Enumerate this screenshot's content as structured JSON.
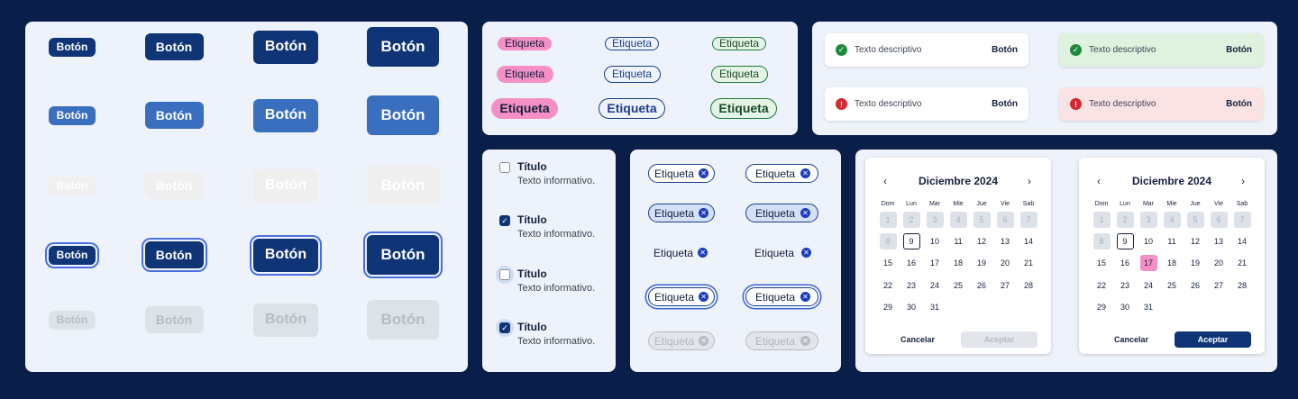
{
  "colors": {
    "background": "#0a1e4a",
    "panel": "#eef3fb",
    "primary": "#0f3577",
    "hover": "#3a6fbf",
    "pressed": "#061d4a",
    "focus_ring": "#4a6fe0",
    "disabled": "#dde2e8",
    "pink_tag": "#f590c6",
    "success": "#1f8a3b",
    "error": "#d6282e"
  },
  "buttons": {
    "label": "Botón",
    "states": [
      "default",
      "hover",
      "pressed",
      "focus",
      "disabled"
    ],
    "sizes": [
      "s1",
      "s2",
      "s3",
      "s4"
    ]
  },
  "tags": {
    "label": "Etiqueta",
    "variants": [
      "pink",
      "blue",
      "green"
    ],
    "sizes": [
      "sm",
      "md",
      "lg"
    ]
  },
  "toasts": [
    {
      "variant": "default",
      "icon": "check-circle-icon",
      "text": "Texto descriptivo",
      "action": "Botón"
    },
    {
      "variant": "success",
      "icon": "check-circle-icon",
      "text": "Texto descriptivo",
      "action": "Botón"
    },
    {
      "variant": "default",
      "icon": "error-circle-icon",
      "text": "Texto descriptivo",
      "action": "Botón"
    },
    {
      "variant": "error",
      "icon": "error-circle-icon",
      "text": "Texto descriptivo",
      "action": "Botón"
    }
  ],
  "checkboxes": [
    {
      "title": "Título",
      "info": "Texto informativo.",
      "checked": false,
      "focused": false
    },
    {
      "title": "Título",
      "info": "Texto informativo.",
      "checked": true,
      "focused": false
    },
    {
      "title": "Título",
      "info": "Texto informativo.",
      "checked": false,
      "focused": true
    },
    {
      "title": "Título",
      "info": "Texto informativo.",
      "checked": true,
      "focused": true
    }
  ],
  "chips": {
    "label": "Etiqueta",
    "close_icon": "close-circle-icon",
    "states": [
      "default",
      "hover",
      "pressed",
      "focus",
      "disabled"
    ]
  },
  "calendars": [
    {
      "month": "Diciembre 2024",
      "prev": "‹",
      "next": "›",
      "weekdays": [
        "Dom",
        "Lun",
        "Mar",
        "Mie",
        "Jue",
        "Vie",
        "Sab"
      ],
      "disabled_days": [
        "1",
        "2",
        "3",
        "4",
        "5",
        "6",
        "7",
        "8"
      ],
      "days": [
        "9",
        "10",
        "11",
        "12",
        "13",
        "14",
        "15",
        "16",
        "17",
        "18",
        "19",
        "20",
        "21",
        "22",
        "23",
        "24",
        "25",
        "26",
        "27",
        "28",
        "29",
        "30",
        "31"
      ],
      "today": "9",
      "selected": "",
      "cancel": "Cancelar",
      "accept": "Aceptar",
      "accept_enabled": false
    },
    {
      "month": "Diciembre 2024",
      "prev": "‹",
      "next": "›",
      "weekdays": [
        "Dom",
        "Lun",
        "Mar",
        "Mie",
        "Jue",
        "Vie",
        "Sab"
      ],
      "disabled_days": [
        "1",
        "2",
        "3",
        "4",
        "5",
        "6",
        "7",
        "8"
      ],
      "days": [
        "9",
        "10",
        "11",
        "12",
        "13",
        "14",
        "15",
        "16",
        "17",
        "18",
        "19",
        "20",
        "21",
        "22",
        "23",
        "24",
        "25",
        "26",
        "27",
        "28",
        "29",
        "30",
        "31"
      ],
      "today": "9",
      "selected": "17",
      "cancel": "Cancelar",
      "accept": "Aceptar",
      "accept_enabled": true
    }
  ]
}
